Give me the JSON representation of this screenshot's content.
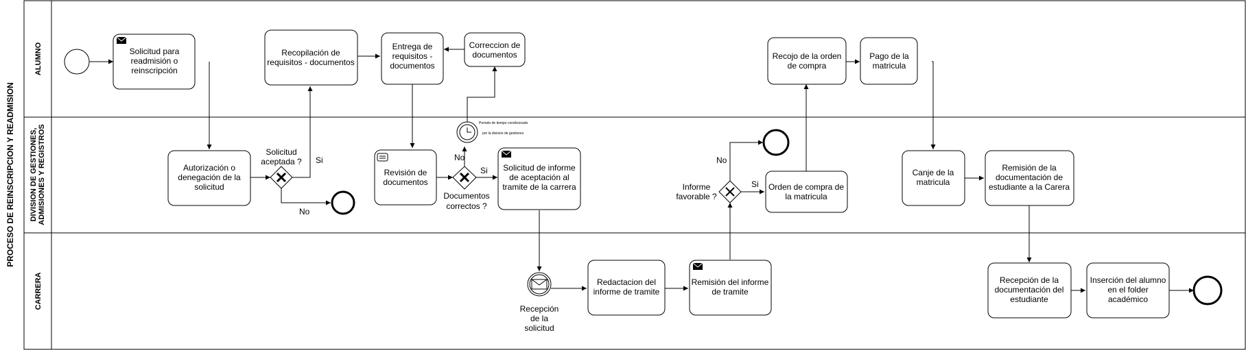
{
  "pool": {
    "title": "PROCESO DE REINSCRIPCION Y READMISION"
  },
  "lanes": {
    "alumno": "ALUMNO",
    "division_1": "DIVISION DE GESTIONES,",
    "division_2": "ADMISIONES Y REGISTROS",
    "carrera": "CARRERA"
  },
  "tasks": {
    "solicitud": [
      "Solicitud para",
      "readmisión o",
      "reinscripción"
    ],
    "recopilacion": [
      "Recopilación de",
      "requisitos - documentos"
    ],
    "entrega": [
      "Entrega de",
      "requisitos -",
      "documentos"
    ],
    "correccion": [
      "Correccion de",
      "documentos"
    ],
    "recojo": [
      "Recojo de la orden",
      "de compra"
    ],
    "pago": [
      "Pago de la",
      "matricula"
    ],
    "autorizacion": [
      "Autorización o",
      "denegación de la",
      "solicitud"
    ],
    "revision": [
      "Revisión de",
      "documentos"
    ],
    "solicitud_informe": [
      "Solicitud de informe",
      "de aceptación al",
      "tramite de la carrera"
    ],
    "orden_compra": [
      "Orden de compra de",
      "la matricula"
    ],
    "canje": [
      "Canje de la",
      "matricula"
    ],
    "remision_doc": [
      "Remisión de la",
      "documentación de",
      "estudiante a la Carera"
    ],
    "redaccion": [
      "Redactacion del",
      "informe de tramite"
    ],
    "remision_informe": [
      "Remisión del informe",
      "de tramite"
    ],
    "recepcion_doc": [
      "Recepción de la",
      "documentación del",
      "estudiante"
    ],
    "insercion": [
      "Inserción del alumno",
      "en el folder",
      "académico"
    ]
  },
  "gateways": {
    "g1": [
      "Solicitud",
      "aceptada ?"
    ],
    "g2": [
      "Documentos",
      "correctos ?"
    ],
    "g3": [
      "Informe",
      "favorable ?"
    ]
  },
  "flow_labels": {
    "si_1": "Si",
    "no_1": "No",
    "si_2": "Si",
    "no_2": "No",
    "si_3": "Si",
    "no_3": "No"
  },
  "events": {
    "recepcion": [
      "Recepción",
      "de la",
      "solicitud"
    ],
    "timer_note": [
      "Periodo de tiempo condicionado",
      "por la division de gestiones"
    ]
  }
}
